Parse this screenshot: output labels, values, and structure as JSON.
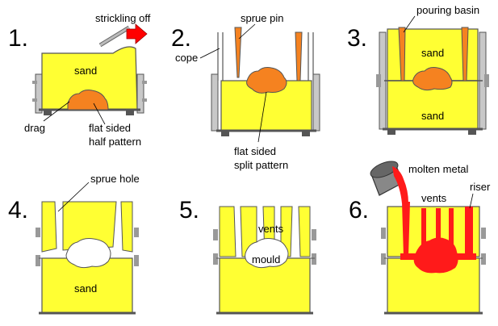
{
  "colors": {
    "sand": "#ffff33",
    "outline": "#555555",
    "pattern": "#f58220",
    "molten": "#ff1a1a",
    "ladle": "#888888",
    "arrow": "#ff0000",
    "frame": "#b8b8b8"
  },
  "steps": {
    "s1": {
      "number": "1."
    },
    "s2": {
      "number": "2."
    },
    "s3": {
      "number": "3."
    },
    "s4": {
      "number": "4."
    },
    "s5": {
      "number": "5."
    },
    "s6": {
      "number": "6."
    }
  },
  "labels": {
    "strickling_off": "strickling off",
    "sand_1": "sand",
    "drag": "drag",
    "flat_sided_half_pattern_l1": "flat sided",
    "flat_sided_half_pattern_l2": "half pattern",
    "sprue_pin": "sprue pin",
    "cope": "cope",
    "flat_sided_split_pattern_l1": "flat sided",
    "flat_sided_split_pattern_l2": "split pattern",
    "pouring_basin": "pouring basin",
    "sand_3a": "sand",
    "sand_3b": "sand",
    "sprue_hole": "sprue hole",
    "sand_4": "sand",
    "vents_5": "vents",
    "mould": "mould",
    "molten_metal": "molten metal",
    "vents_6": "vents",
    "riser": "riser"
  }
}
